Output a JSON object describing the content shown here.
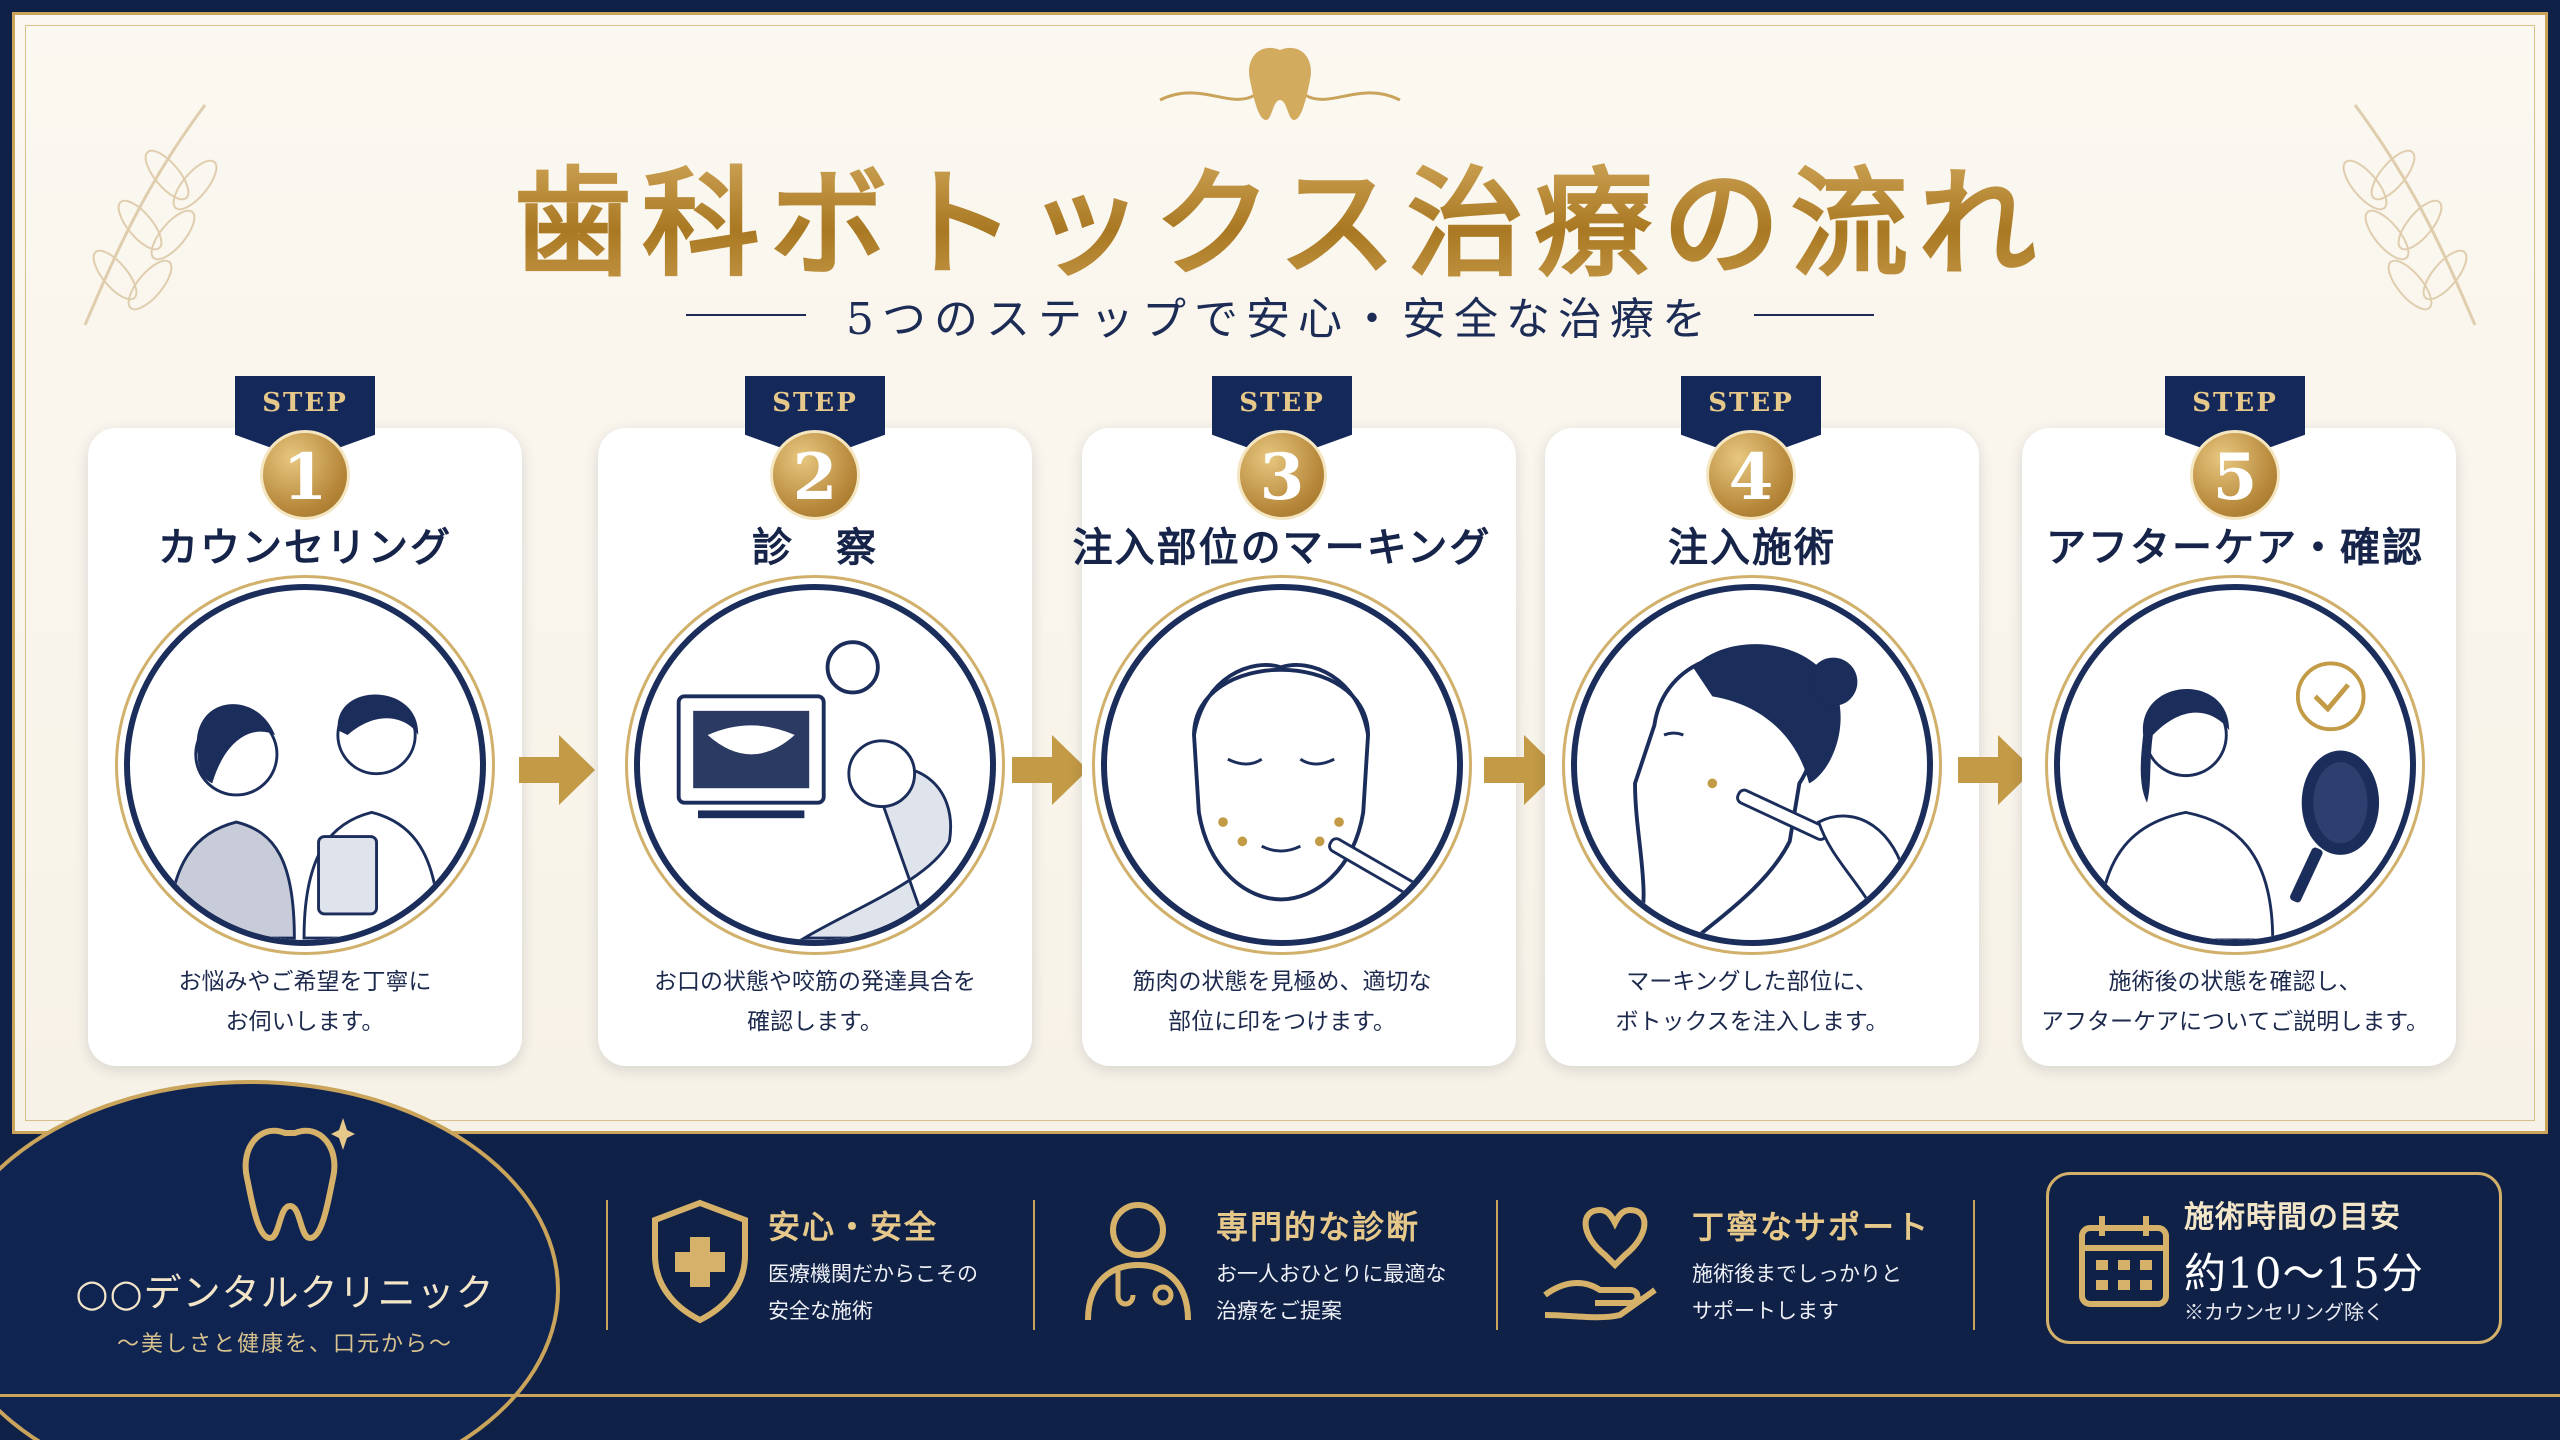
{
  "title": "歯科ボトックス治療の流れ",
  "subtitle": "5つのステップで安心・安全な治療を",
  "step_label": "STEP",
  "steps": [
    {
      "number": "1",
      "title": "カウンセリング",
      "desc_line1": "お悩みやご希望を丁寧に",
      "desc_line2": "お伺いします。"
    },
    {
      "number": "2",
      "title": "診　察",
      "desc_line1": "お口の状態や咬筋の発達具合を",
      "desc_line2": "確認します。"
    },
    {
      "number": "3",
      "title": "注入部位のマーキング",
      "desc_line1": "筋肉の状態を見極め、適切な",
      "desc_line2": "部位に印をつけます。"
    },
    {
      "number": "4",
      "title": "注入施術",
      "desc_line1": "マーキングした部位に、",
      "desc_line2": "ボトックスを注入します。"
    },
    {
      "number": "5",
      "title": "アフターケア・確認",
      "desc_line1": "施術後の状態を確認し、",
      "desc_line2": "アフターケアについてご説明します。"
    }
  ],
  "clinic": {
    "name": "○○デンタルクリニック",
    "tagline": "～美しさと健康を、口元から～"
  },
  "features": [
    {
      "icon": "shield-plus-icon",
      "title": "安心・安全",
      "desc_line1": "医療機関だからこその",
      "desc_line2": "安全な施術"
    },
    {
      "icon": "doctor-icon",
      "title": "専門的な診断",
      "desc_line1": "お一人おひとりに最適な",
      "desc_line2": "治療をご提案"
    },
    {
      "icon": "heart-hand-icon",
      "title": "丁寧なサポート",
      "desc_line1": "施術後までしっかりと",
      "desc_line2": "サポートします"
    }
  ],
  "time": {
    "icon": "calendar-icon",
    "title": "施術時間の目安",
    "value": "約10～15分",
    "note": "※カウンセリング除く"
  },
  "colors": {
    "navy": "#14285a",
    "gold": "#c9a45a",
    "cream": "#fbf8f1"
  }
}
